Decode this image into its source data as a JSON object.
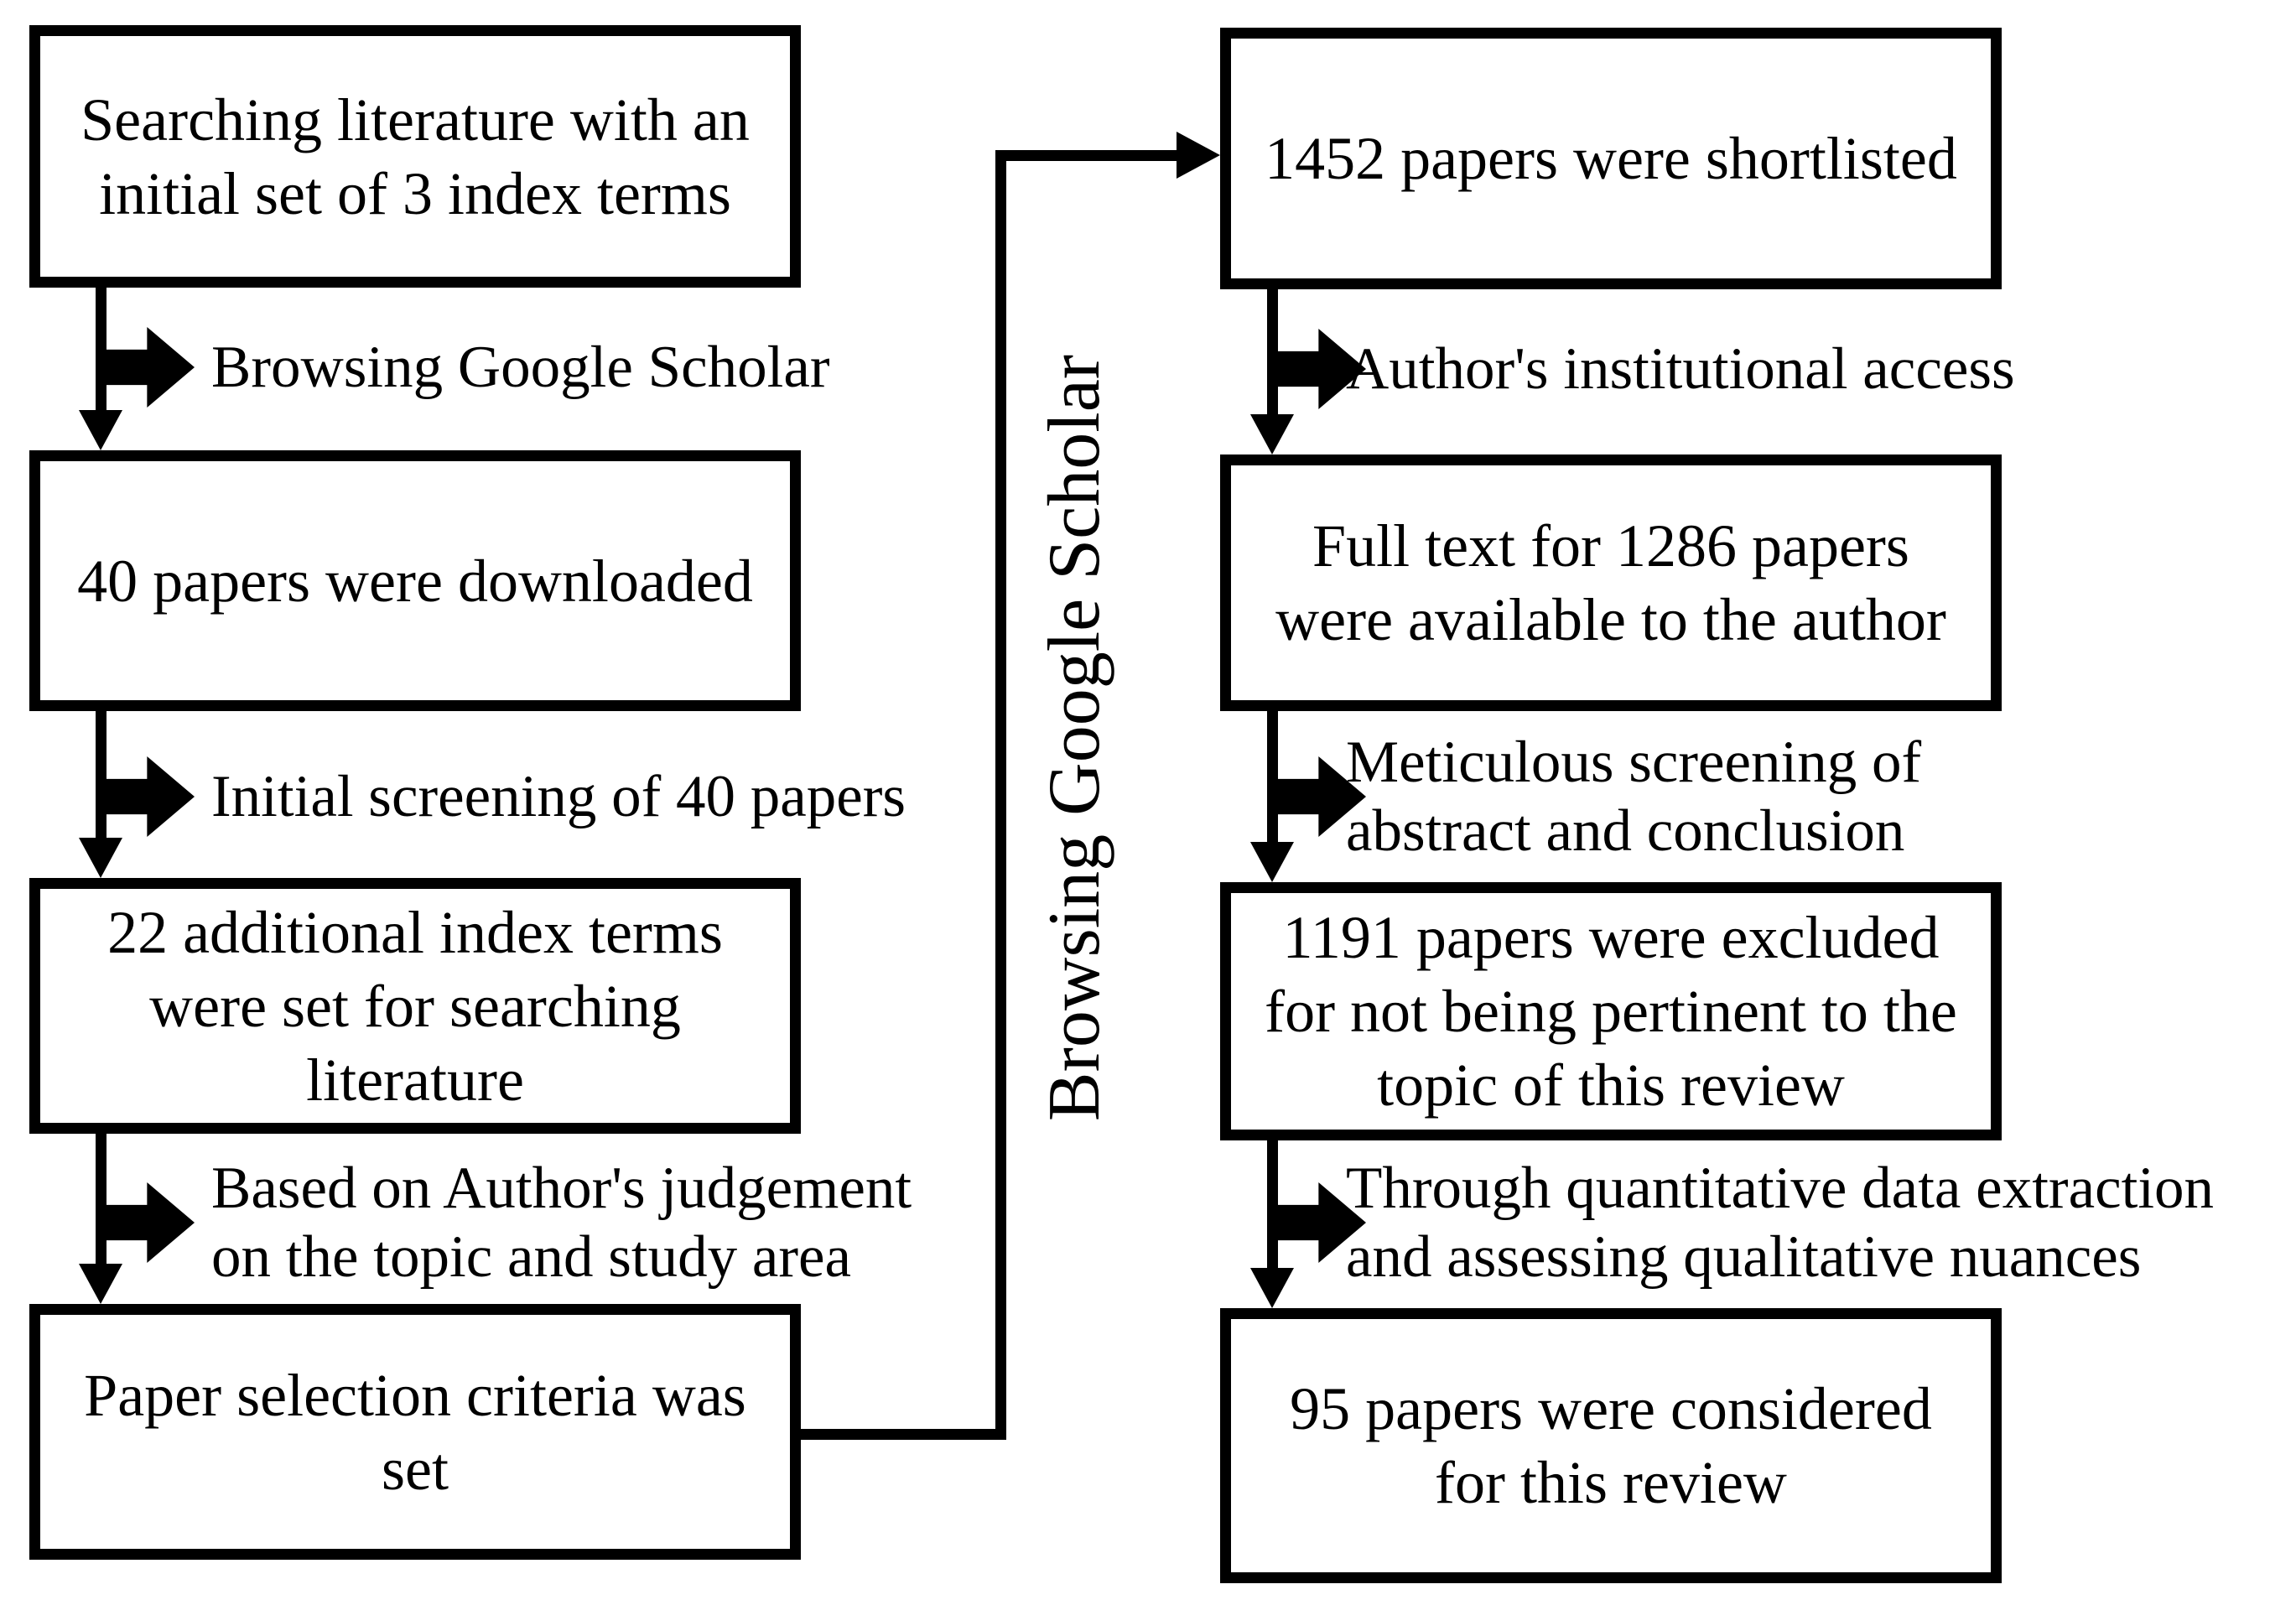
{
  "diagram": {
    "title": "Literature search and screening flow",
    "colors": {
      "background": "#ffffff",
      "line": "#000000",
      "text": "#000000"
    },
    "left_boxes": [
      {
        "text": "Searching literature with an\ninitial set of 3 index terms"
      },
      {
        "text": "40 papers were downloaded"
      },
      {
        "text": "22 additional index terms\nwere set for searching\nliterature"
      },
      {
        "text": "Paper selection criteria was\nset"
      }
    ],
    "left_arrow_labels": [
      {
        "text": "Browsing Google Scholar"
      },
      {
        "text": "Initial screening of 40 papers"
      },
      {
        "text": "Based on Author's judgement\non the topic and study area"
      }
    ],
    "right_boxes": [
      {
        "text": "1452 papers were shortlisted"
      },
      {
        "text": "Full text for 1286 papers\nwere available to the author"
      },
      {
        "text": "1191 papers were excluded\nfor not being pertinent to the\ntopic of this review"
      },
      {
        "text": "95 papers were considered\nfor this review"
      }
    ],
    "right_arrow_labels": [
      {
        "text": "Author's institutional access"
      },
      {
        "text": "Meticulous screening of\nabstract and conclusion"
      },
      {
        "text": "Through quantitative data extraction\nand assessing qualitative nuances"
      }
    ],
    "connector_label": {
      "text": "Browsing Google Scholar"
    }
  }
}
